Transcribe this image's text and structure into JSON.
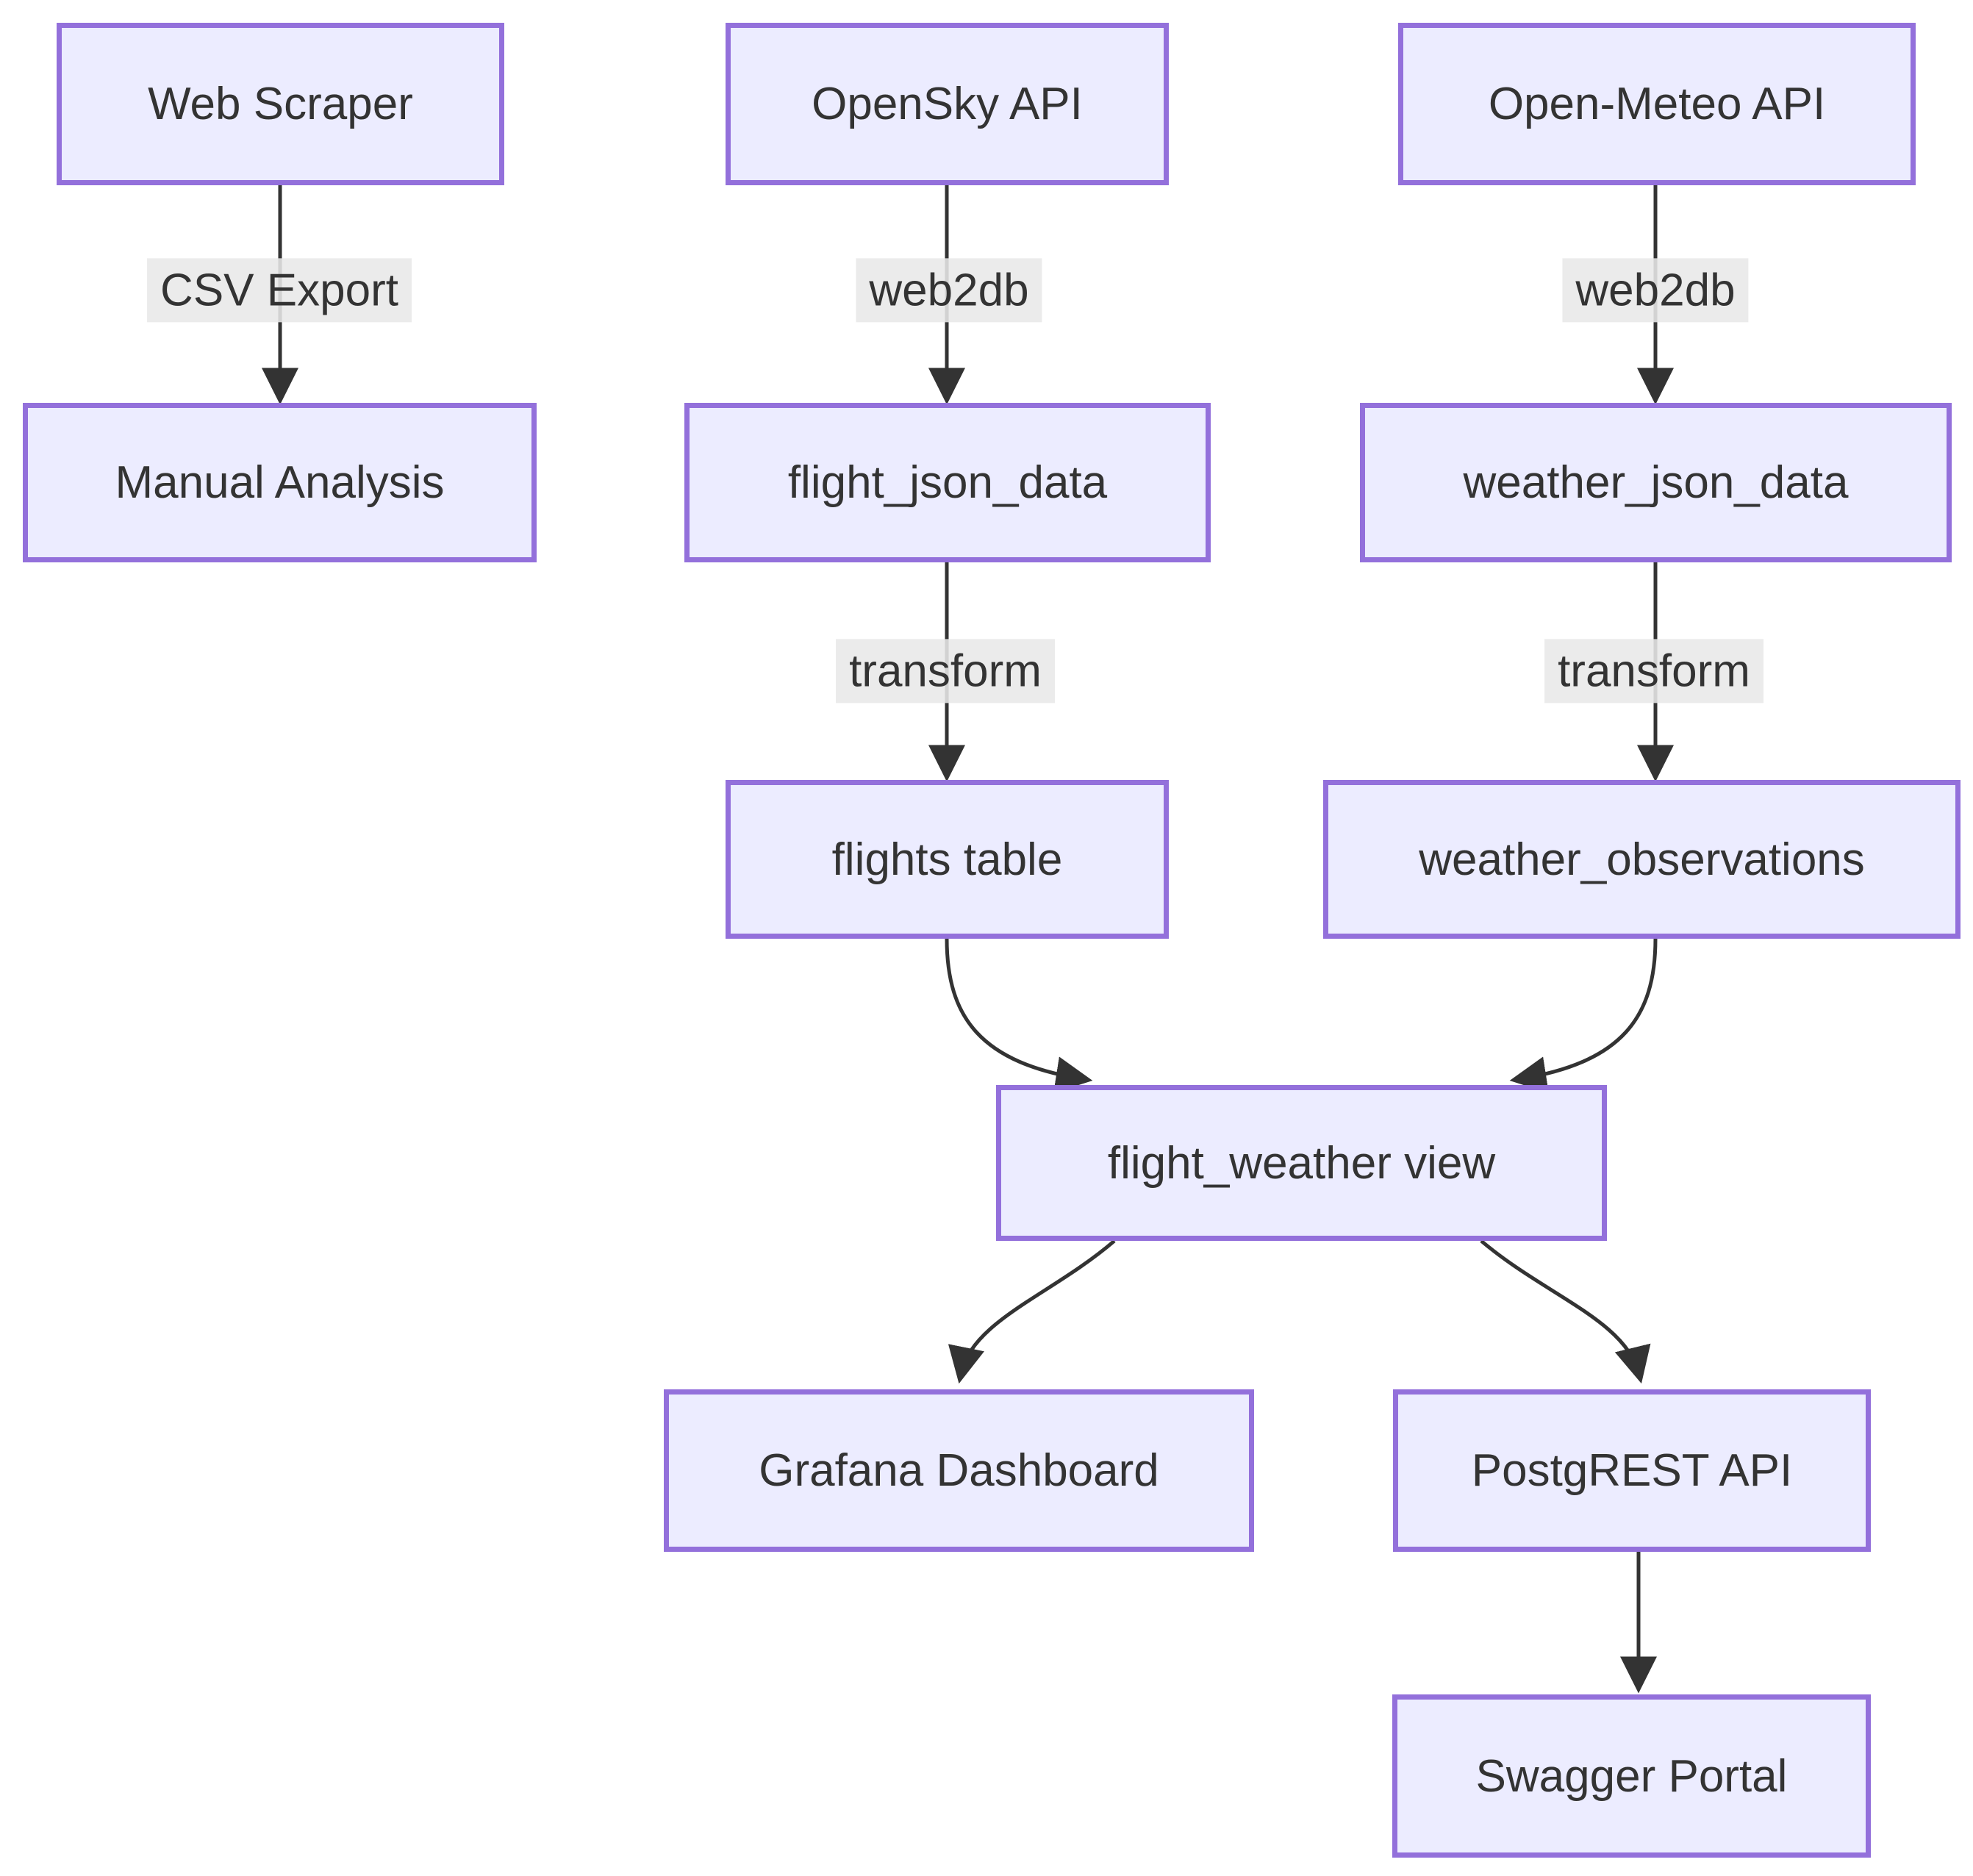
{
  "diagram": {
    "type": "flowchart",
    "background": "#ffffff",
    "colors": {
      "node_fill": "#ECECFF",
      "node_border": "#9370DB",
      "edge_color": "#333333",
      "text_color": "#333333",
      "edge_label_bg": "rgba(232,232,232,0.88)"
    },
    "nodes": {
      "web_scraper": {
        "label": "Web Scraper"
      },
      "opensky_api": {
        "label": "OpenSky API"
      },
      "open_meteo_api": {
        "label": "Open-Meteo API"
      },
      "manual_analysis": {
        "label": "Manual Analysis"
      },
      "flight_json_data": {
        "label": "flight_json_data"
      },
      "weather_json_data": {
        "label": "weather_json_data"
      },
      "flights_table": {
        "label": "flights table"
      },
      "weather_observations": {
        "label": "weather_observations"
      },
      "flight_weather_view": {
        "label": "flight_weather view"
      },
      "grafana_dashboard": {
        "label": "Grafana Dashboard"
      },
      "postgrest_api": {
        "label": "PostgREST API"
      },
      "swagger_portal": {
        "label": "Swagger Portal"
      }
    },
    "edges": [
      {
        "from": "web_scraper",
        "to": "manual_analysis",
        "label": "CSV Export"
      },
      {
        "from": "opensky_api",
        "to": "flight_json_data",
        "label": "web2db"
      },
      {
        "from": "open_meteo_api",
        "to": "weather_json_data",
        "label": "web2db"
      },
      {
        "from": "flight_json_data",
        "to": "flights_table",
        "label": "transform"
      },
      {
        "from": "weather_json_data",
        "to": "weather_observations",
        "label": "transform"
      },
      {
        "from": "flights_table",
        "to": "flight_weather_view",
        "label": ""
      },
      {
        "from": "weather_observations",
        "to": "flight_weather_view",
        "label": ""
      },
      {
        "from": "flight_weather_view",
        "to": "grafana_dashboard",
        "label": ""
      },
      {
        "from": "flight_weather_view",
        "to": "postgrest_api",
        "label": ""
      },
      {
        "from": "postgrest_api",
        "to": "swagger_portal",
        "label": ""
      }
    ]
  }
}
